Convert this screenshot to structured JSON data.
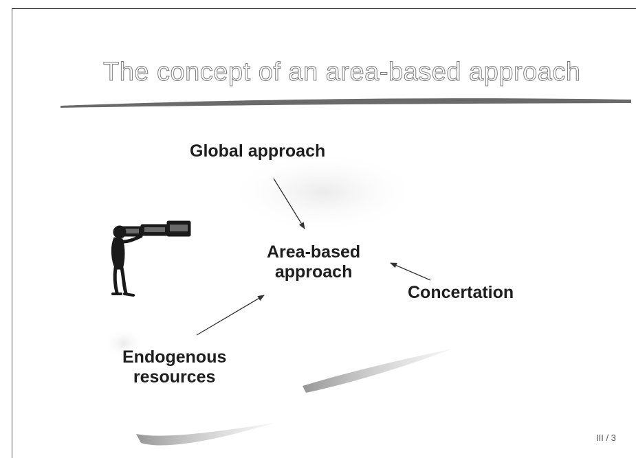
{
  "slide": {
    "title": "The concept of an area-based approach",
    "page_number": "III / 3"
  },
  "diagram": {
    "center": {
      "line1": "Area-based",
      "line2": "approach"
    },
    "global": "Global approach",
    "concertation": "Concertation",
    "endogenous": {
      "line1": "Endogenous",
      "line2": "resources"
    }
  },
  "colors": {
    "text": "#1e1e1e",
    "title_outline": "#7d7d7d",
    "rule": "#6a6a6a"
  },
  "icons": [
    "telescope-person-icon"
  ]
}
